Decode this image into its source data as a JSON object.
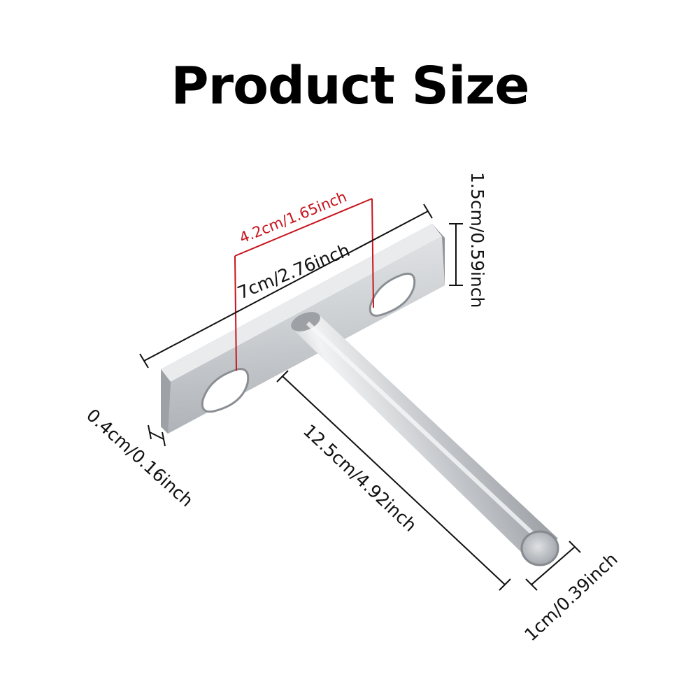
{
  "title": "Product Size",
  "dimensions": {
    "hole_spacing": "4.2cm/1.65inch",
    "plate_length": "7cm/2.76inch",
    "plate_height": "1.5cm/0.59inch",
    "plate_thickness": "0.4cm/0.16inch",
    "rod_length": "12.5cm/4.92inch",
    "rod_diameter": "1cm/0.39inch"
  },
  "colors": {
    "accent_red": "#c8141e",
    "dimension_line": "#111111",
    "metal": "#c9ccd0"
  }
}
